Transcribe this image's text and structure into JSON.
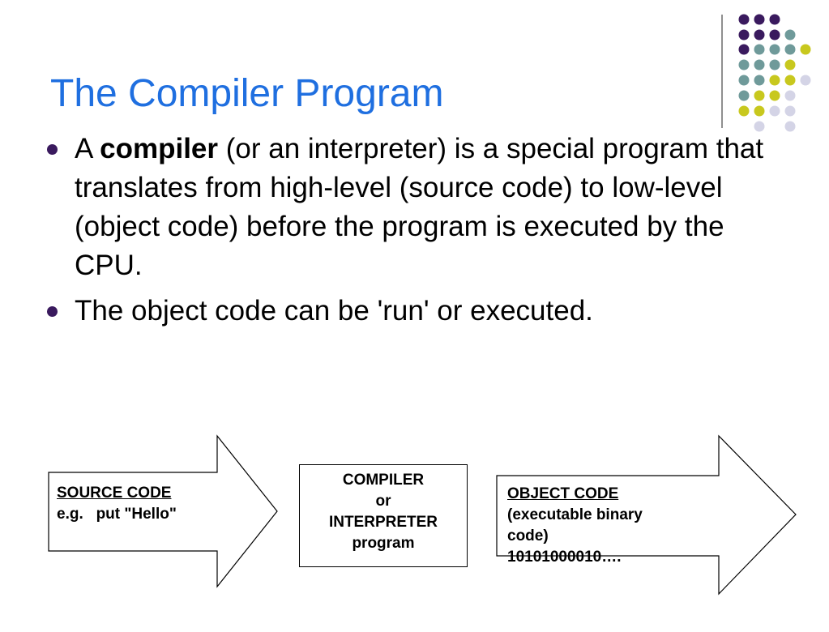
{
  "slide": {
    "title": "The Compiler Program",
    "bullets": [
      {
        "pre": "A ",
        "bold": "compiler",
        "post": " (or an interpreter) is a special program that translates from high-level (source code) to low-level (object code) before the program is executed by the CPU."
      },
      {
        "text": "The object code can be 'run' or executed."
      }
    ]
  },
  "diagram": {
    "source": {
      "heading": "SOURCE CODE",
      "line1": "e.g.   put \"Hello\""
    },
    "compiler": {
      "line1": "COMPILER",
      "line2": "or",
      "line3": "INTERPRETER",
      "line4": "program"
    },
    "object": {
      "heading": "OBJECT CODE",
      "line1": "(executable binary",
      "line2": "code)",
      "line3": "10101000010…."
    }
  },
  "colors": {
    "title": "#1f6fe0",
    "dot_purple": "#3a1a5e",
    "dot_teal": "#6f9a9a",
    "dot_yellow": "#c8c81e",
    "dot_lavender": "#d4d4e6"
  }
}
